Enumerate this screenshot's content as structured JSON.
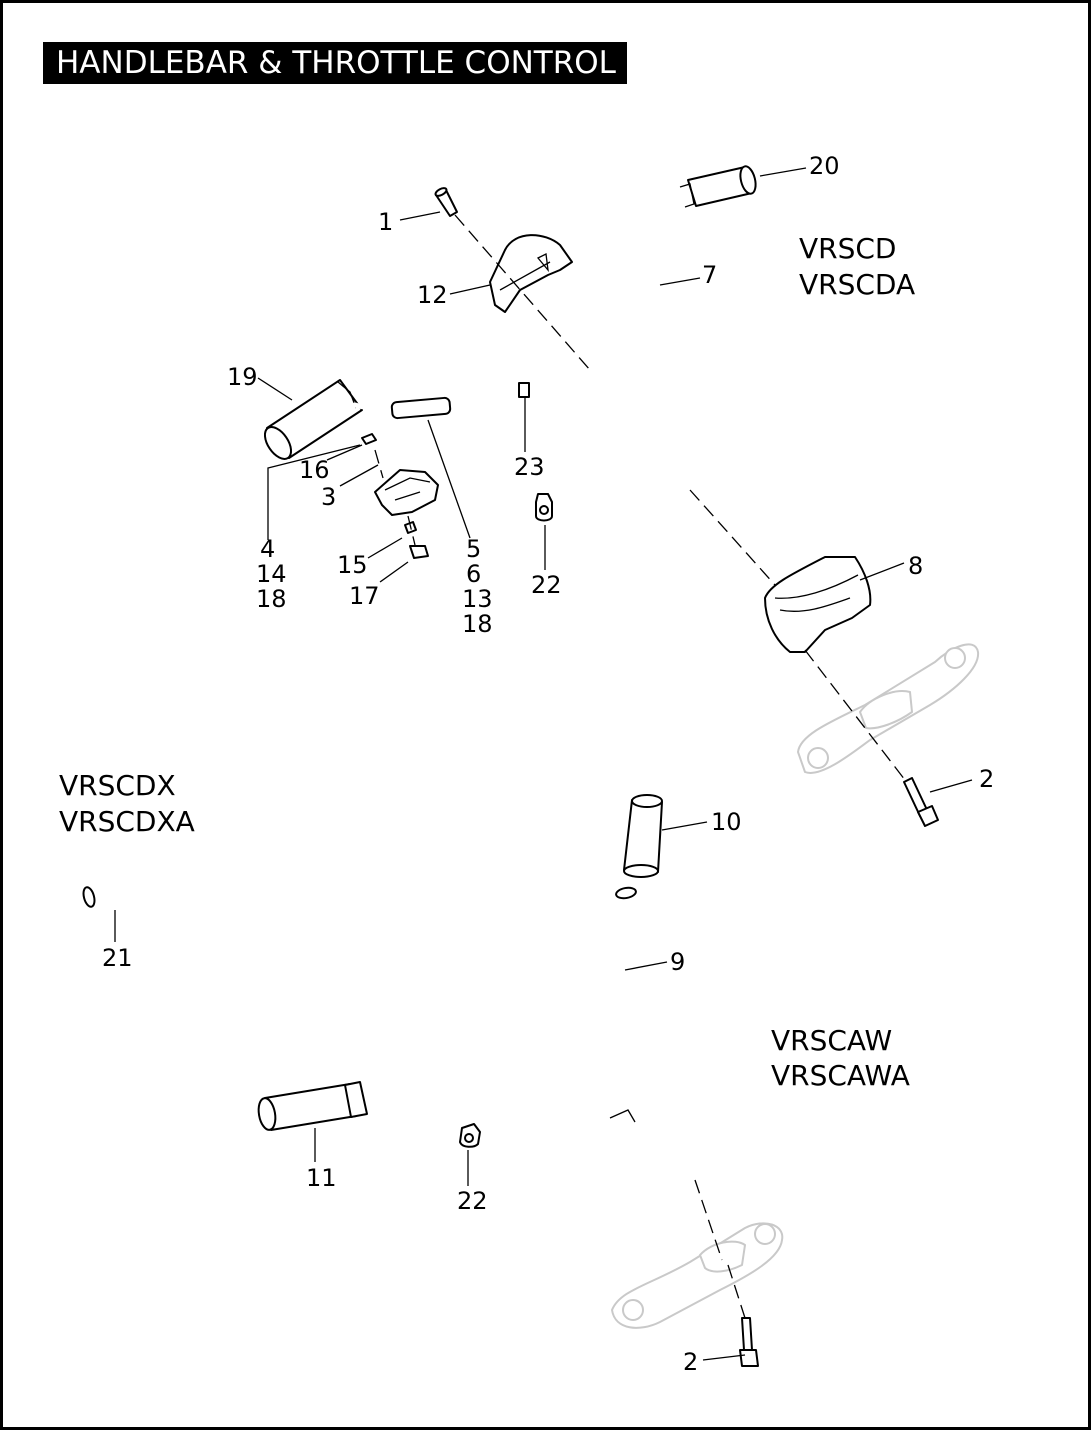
{
  "title": "HANDLEBAR & THROTTLE CONTROL",
  "models": {
    "top": [
      "VRSCD",
      "VRSCDA"
    ],
    "middle": [
      "VRSCDX",
      "VRSCDXA"
    ],
    "bottom": [
      "VRSCAW",
      "VRSCAWA"
    ]
  },
  "callouts": {
    "c1": "1",
    "c2a": "2",
    "c2b": "2",
    "c3": "3",
    "c4": [
      "4",
      "14",
      "18"
    ],
    "c5": [
      "5",
      "6",
      "13",
      "18"
    ],
    "c7": "7",
    "c8": "8",
    "c9": "9",
    "c10": "10",
    "c11": "11",
    "c12": "12",
    "c15": "15",
    "c16": "16",
    "c17": "17",
    "c19": "19",
    "c20": "20",
    "c21": "21",
    "c22a": "22",
    "c22b": "22",
    "c23": "23"
  }
}
